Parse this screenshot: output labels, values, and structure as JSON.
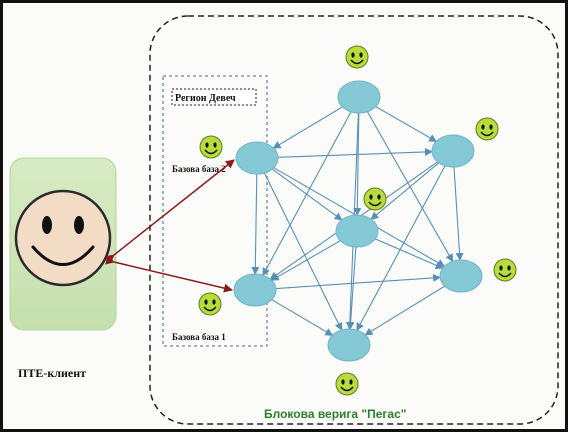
{
  "client_label": "ПТЕ-клиент",
  "region_label": "Регион Девеч",
  "base_station_2_label": "Базова база 2",
  "base_station_1_label": "Базова база 1",
  "blockchain_label": "Блокова верига \"Пегас\"",
  "colors": {
    "node_fill": "#86c9d6",
    "edge": "#5a8fb5",
    "red_arrow": "#8b1a1a",
    "client_panel": "#cfe4b8",
    "smiley_face": "#b7dc3c",
    "title_green": "#2e7d2e"
  }
}
